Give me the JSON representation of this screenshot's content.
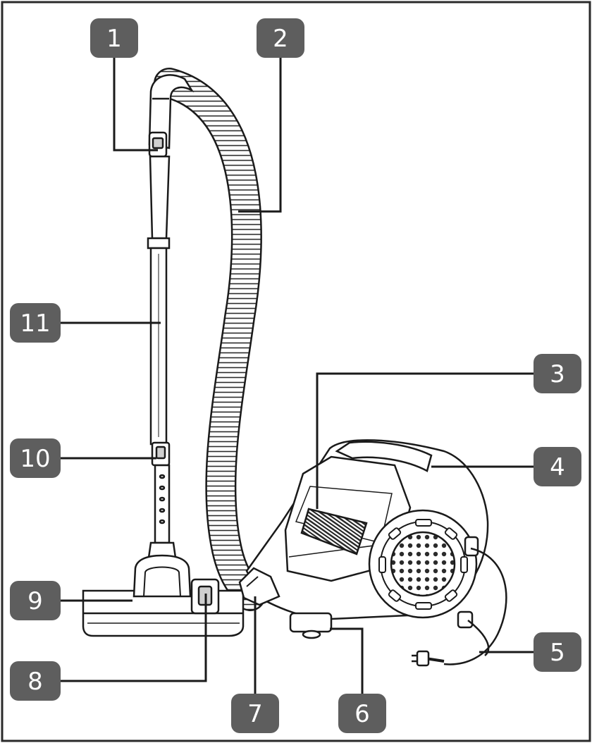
{
  "colors": {
    "line": "#1a1a1a",
    "badge": "#5e5e5e",
    "badge_text": "#ffffff",
    "frame": "#2a2a2a"
  },
  "callouts": [
    {
      "id": "part-1",
      "number": "1"
    },
    {
      "id": "part-2",
      "number": "2"
    },
    {
      "id": "part-3",
      "number": "3"
    },
    {
      "id": "part-4",
      "number": "4"
    },
    {
      "id": "part-5",
      "number": "5"
    },
    {
      "id": "part-6",
      "number": "6"
    },
    {
      "id": "part-7",
      "number": "7"
    },
    {
      "id": "part-8",
      "number": "8"
    },
    {
      "id": "part-9",
      "number": "9"
    },
    {
      "id": "part-10",
      "number": "10"
    },
    {
      "id": "part-11",
      "number": "11"
    }
  ]
}
